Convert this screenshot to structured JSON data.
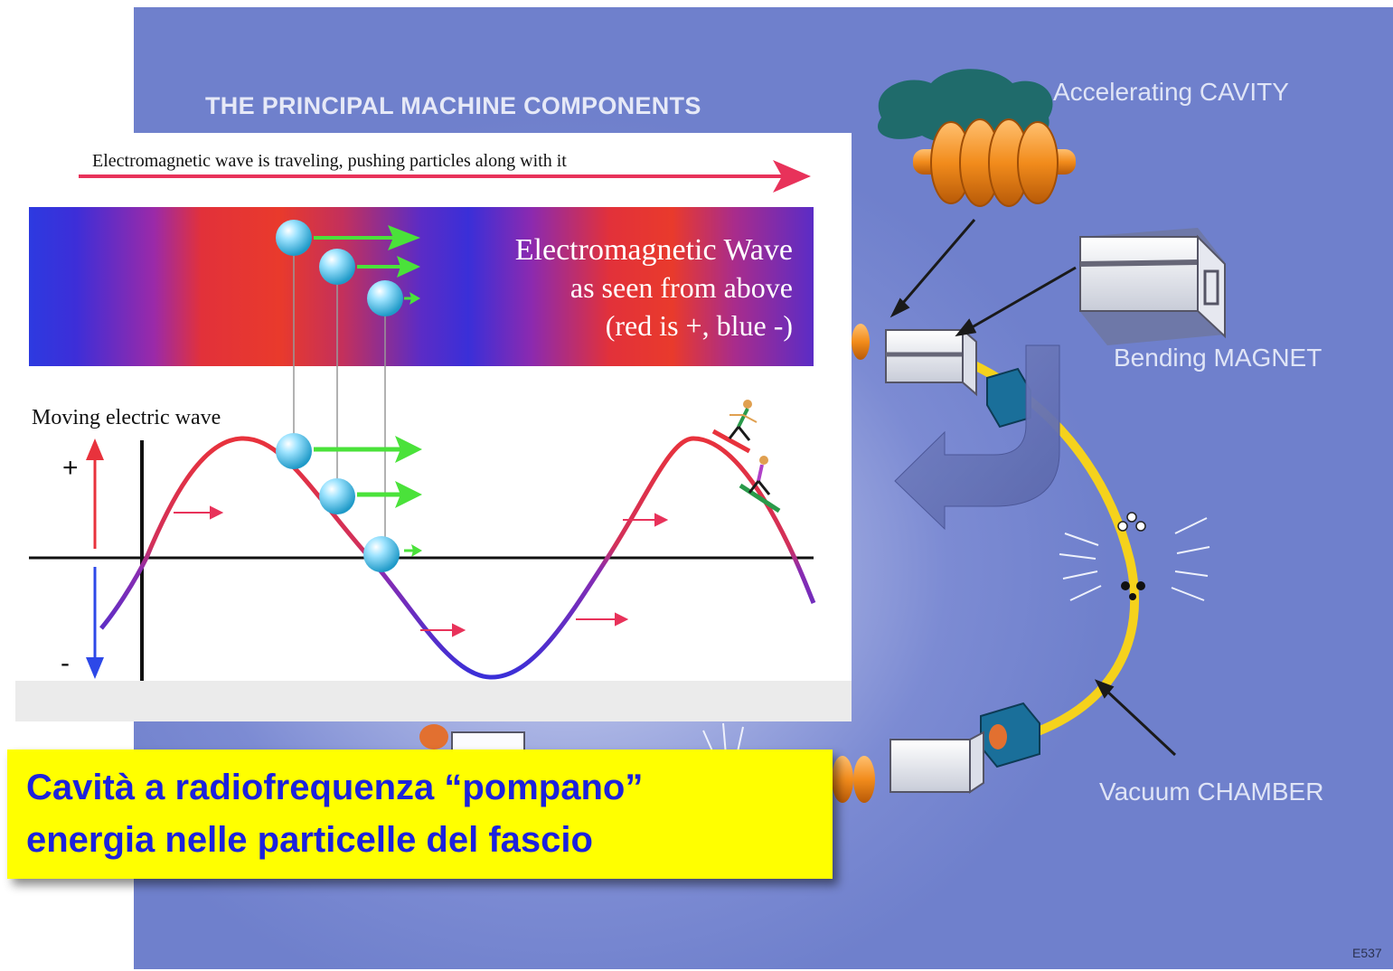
{
  "slide": {
    "title": "THE PRINCIPAL MACHINE COMPONENTS",
    "labels": {
      "accelerating_cavity": "Accelerating CAVITY",
      "bending_magnet": "Bending MAGNET",
      "vacuum_chamber": "Vacuum CHAMBER",
      "figure_code": "E537"
    }
  },
  "em_figure": {
    "top_arrow_text": "Electromagnetic wave is traveling, pushing particles along with it",
    "band_title": "Electromagnetic Wave",
    "band_subtitle": "as seen from above",
    "band_note": "(red is +, blue -)",
    "graph_label": "Moving electric wave",
    "plus_sign": "+",
    "minus_sign": "-"
  },
  "caption": {
    "line1": "Cavità a radiofrequenza “pompano”",
    "line2": "energia nelle particelle del fascio"
  },
  "colors": {
    "slide_background": "#7c8bd3",
    "caption_background": "#ffff00",
    "caption_text": "#1c22dc",
    "wave_red": "#e8323c",
    "wave_blue": "#3a2fd8",
    "push_arrow_green": "#4ae23a",
    "beam_yellow": "#f5d21c",
    "cavity_orange": "#f28c1c",
    "cavity_teal": "#1f6b6b",
    "magnet_blue": "#1a6f9a"
  }
}
